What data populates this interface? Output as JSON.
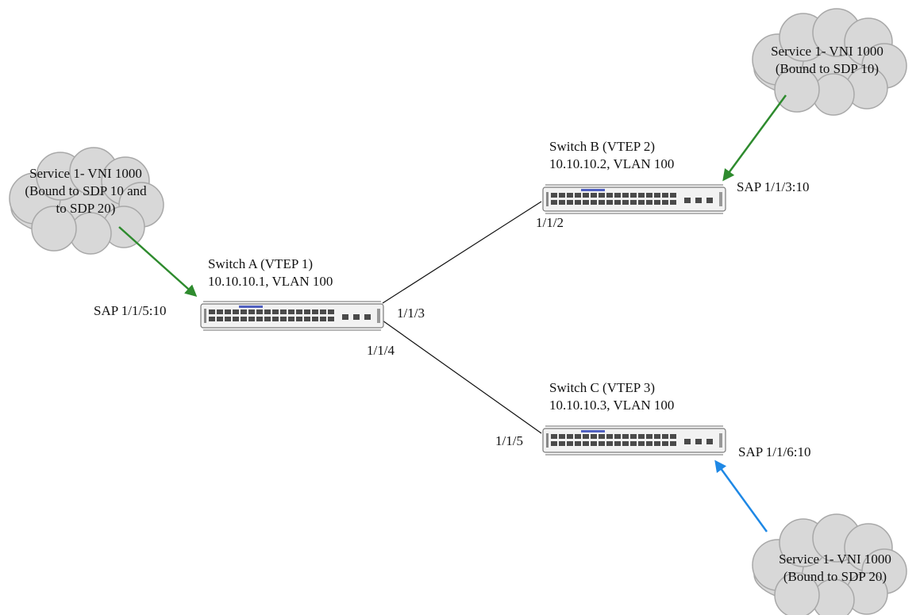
{
  "switches": [
    {
      "id": "a",
      "title": "Switch A (VTEP 1)",
      "info": "10.10.10.1, VLAN 100"
    },
    {
      "id": "b",
      "title": "Switch B (VTEP 2)",
      "info": "10.10.10.2, VLAN 100"
    },
    {
      "id": "c",
      "title": "Switch C (VTEP 3)",
      "info": "10.10.10.3, VLAN 100"
    }
  ],
  "clouds": [
    {
      "id": "left",
      "line1": "Service 1- VNI 1000",
      "line2": "(Bound to SDP 10 and",
      "line3": "to SDP 20)"
    },
    {
      "id": "top_right",
      "line1": "Service 1- VNI 1000",
      "line2": "(Bound to SDP 10)"
    },
    {
      "id": "bottom_right",
      "line1": "Service 1- VNI 1000",
      "line2": "(Bound to SDP 20)"
    }
  ],
  "saps": {
    "a": "SAP 1/1/5:10",
    "b": "SAP 1/1/3:10",
    "c": "SAP 1/1/6:10"
  },
  "ports": {
    "a_to_b": "1/1/3",
    "b_from_a": "1/1/2",
    "a_to_c": "1/1/4",
    "c_from_a": "1/1/5"
  },
  "colors": {
    "sdp10_arrow": "#2e8b2e",
    "sdp20_arrow": "#1e88e5",
    "cloud_fill": "#d8d8d8",
    "cloud_stroke": "#a8a8a8"
  }
}
